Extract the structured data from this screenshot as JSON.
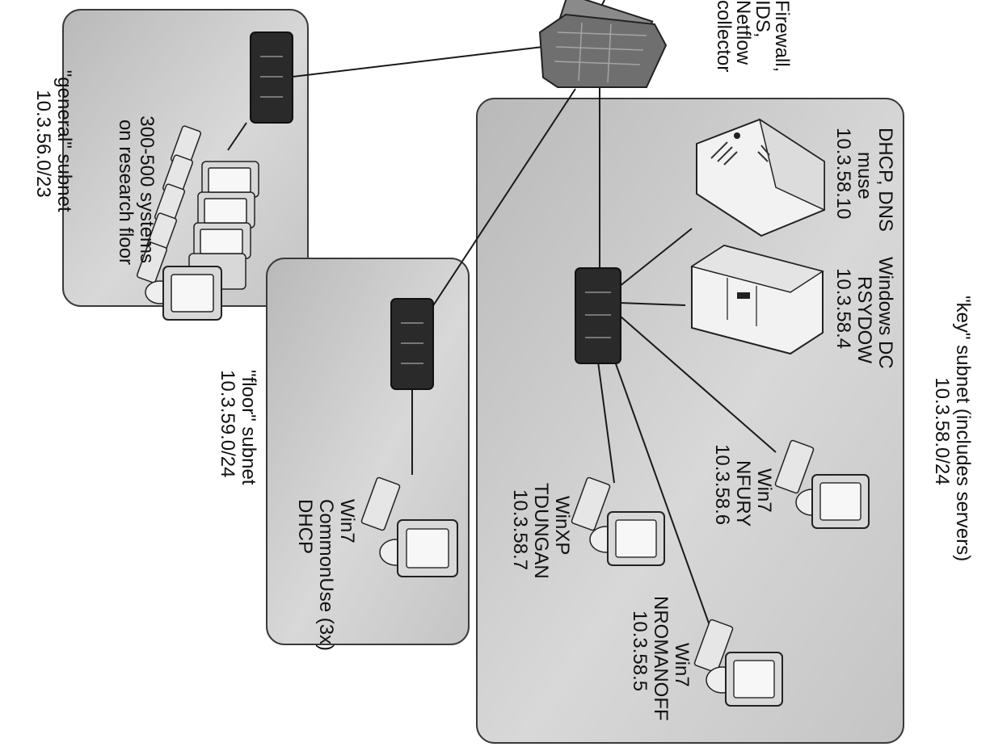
{
  "colors": {
    "panel_fill": "#c9c9c9",
    "panel_stroke": "#3a3a3a",
    "link": "#1a1a1a",
    "switch": "#2a2a2a",
    "firewall": "#6f6f6f"
  },
  "firewall": {
    "lines": [
      "Firewall,",
      "IDS,",
      "Netflow",
      "collector"
    ],
    "icon": "firewall-icon"
  },
  "general_subnet": {
    "label_lines": [
      "\"general\" subnet",
      "10.3.56.0/23"
    ],
    "hosts_lines": [
      "300-500 systems",
      "on research floor"
    ],
    "icons": [
      "switch-icon",
      "workstation-group-icon"
    ]
  },
  "floor_subnet": {
    "label_lines": [
      "\"floor\" subnet",
      "10.3.59.0/24"
    ],
    "host_lines": [
      "Win7",
      "CommonUse (3x)",
      "DHCP"
    ],
    "icons": [
      "switch-icon",
      "workstation-icon"
    ]
  },
  "key_subnet": {
    "label_lines": [
      "\"key\" subnet (includes servers)",
      "10.3.58.0/24"
    ],
    "servers": [
      {
        "lines": [
          "DHCP, DNS",
          "muse",
          "10.3.58.10"
        ],
        "icon": "server-icon"
      },
      {
        "lines": [
          "Windows DC",
          "RSYDOW",
          "10.3.58.4"
        ],
        "icon": "server-rack-icon"
      }
    ],
    "hosts": [
      {
        "lines": [
          "Win7",
          "NFURY",
          "10.3.58.6"
        ],
        "icon": "workstation-icon"
      },
      {
        "lines": [
          "WinXP",
          "TDUNGAN",
          "10.3.58.7"
        ],
        "icon": "workstation-icon"
      },
      {
        "lines": [
          "Win7",
          "NROMANOFF",
          "10.3.58.5"
        ],
        "icon": "workstation-icon"
      }
    ]
  }
}
